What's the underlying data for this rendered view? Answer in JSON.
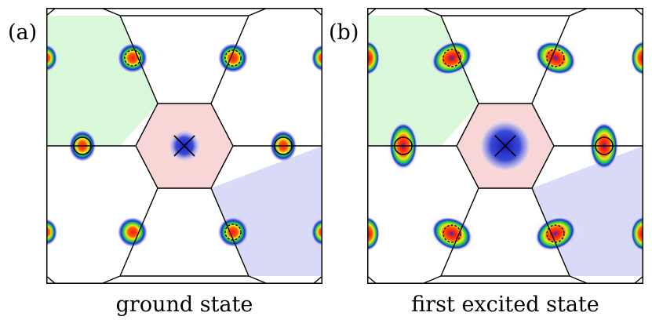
{
  "panels": [
    {
      "label": "(a)",
      "caption": "ground state"
    },
    {
      "label": "(b)",
      "caption": "first excited state"
    }
  ],
  "colors": {
    "green_cell": "#d9f8d9",
    "pink_cell": "#f8d6d6",
    "blue_cell": "#d9d9f8",
    "lattice": "#000000",
    "density_low": "#1a2ad6",
    "density_mid": "#1ad65a",
    "density_high": "#f21a1a"
  }
}
